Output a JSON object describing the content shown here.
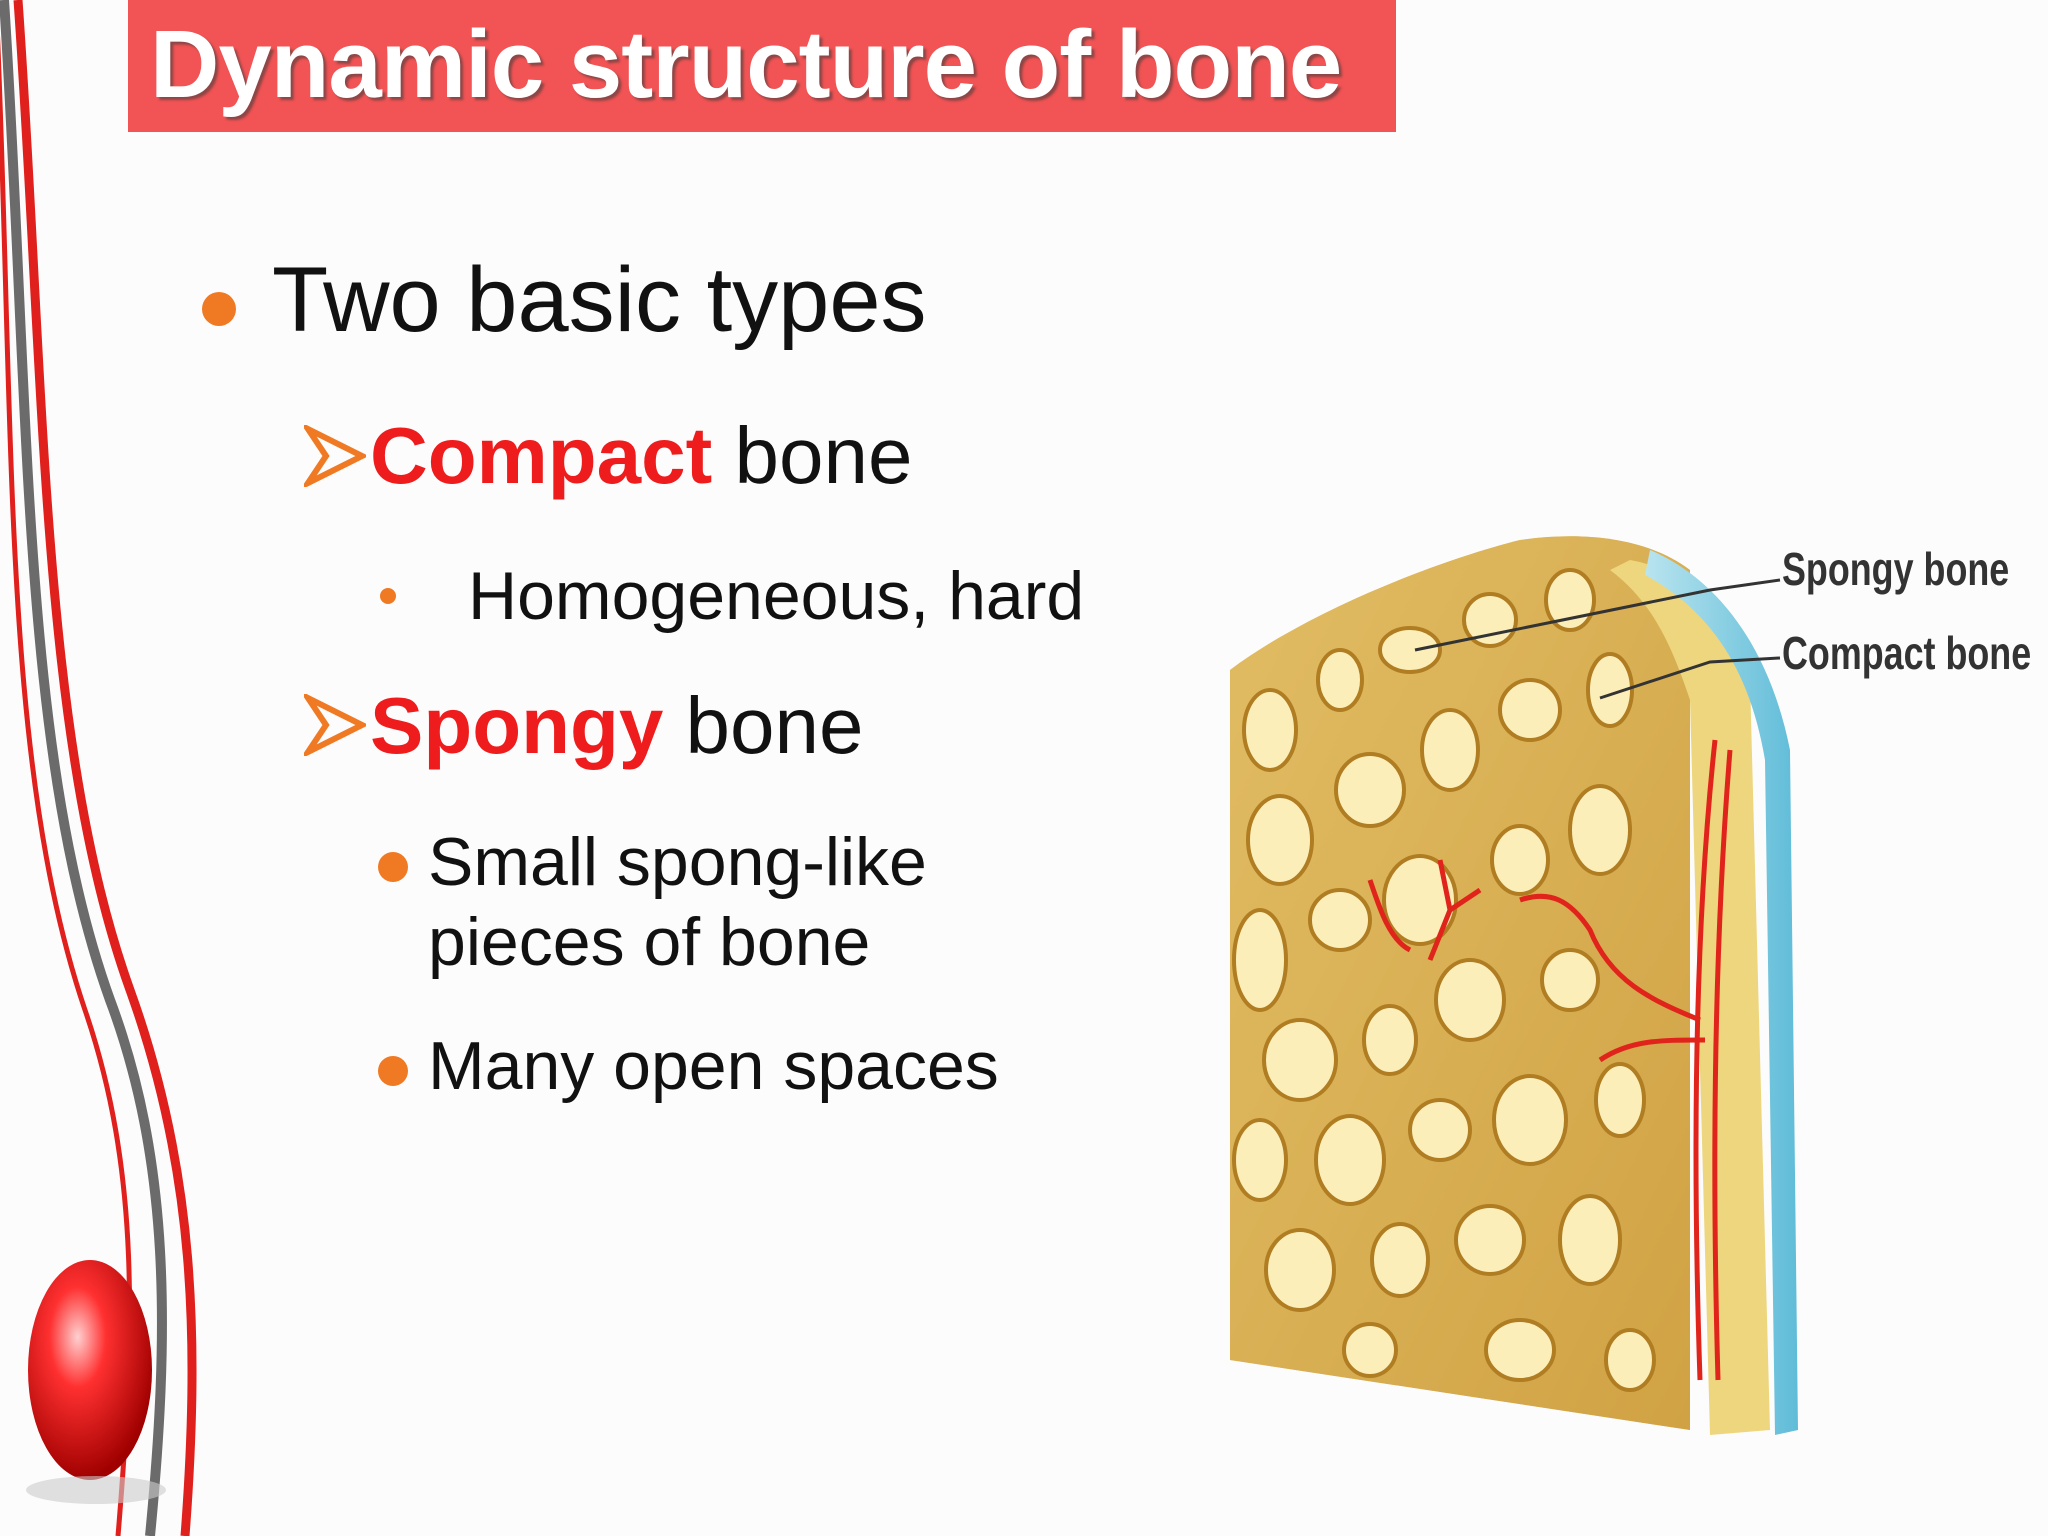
{
  "slide": {
    "title": "Dynamic structure of bone",
    "bullet_main": "Two basic types",
    "compact": {
      "emphasis": "Compact",
      "rest": " bone",
      "detail": "Homogeneous, hard"
    },
    "spongy": {
      "emphasis": "Spongy",
      "rest": " bone",
      "detail_1_line1": "Small spong-like",
      "detail_1_line2": "pieces of bone",
      "detail_2": "Many open spaces"
    }
  },
  "figure": {
    "label_spongy": "Spongy bone",
    "label_compact": "Compact bone"
  },
  "colors": {
    "title_bar": "#f25354",
    "emphasis": "#ee1c1c",
    "bullet": "#f07a24",
    "bone": "#e9c765",
    "periosteum": "#7fcbe0",
    "vessel": "#e0241c"
  }
}
